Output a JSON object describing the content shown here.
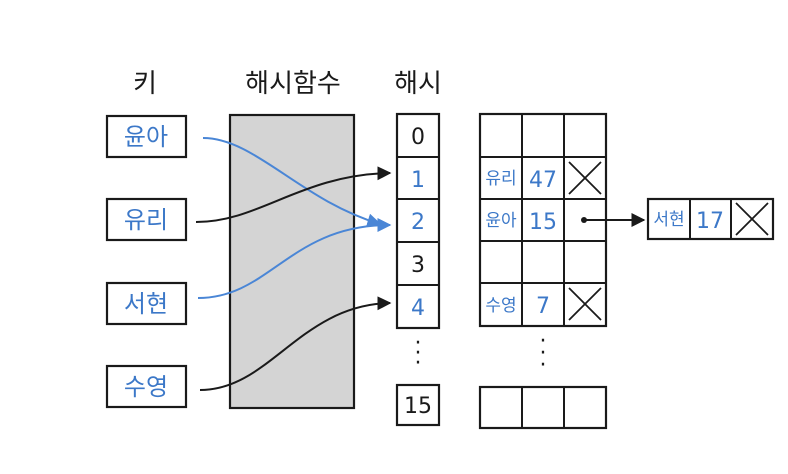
{
  "headers": {
    "keys": "키",
    "hash_function": "해시함수",
    "hashes": "해시"
  },
  "keys": [
    "윤아",
    "유리",
    "서현",
    "수영"
  ],
  "hash_values": [
    "0",
    "1",
    "2",
    "3",
    "4",
    "15"
  ],
  "table_rows": [
    {
      "name": "",
      "value": ""
    },
    {
      "name": "유리",
      "value": "47"
    },
    {
      "name": "윤아",
      "value": "15"
    },
    {
      "name": "",
      "value": ""
    },
    {
      "name": "수영",
      "value": "7"
    }
  ],
  "overflow_node": {
    "name": "서현",
    "value": "17"
  },
  "mappings": [
    {
      "key": "윤아",
      "hash": "2"
    },
    {
      "key": "유리",
      "hash": "1"
    },
    {
      "key": "서현",
      "hash": "2"
    },
    {
      "key": "수영",
      "hash": "4"
    }
  ],
  "colors": {
    "key_text": "#3c78c8",
    "lines_black": "#1a1a1a",
    "lines_blue": "#4a86d6",
    "hash_fn_fill": "#d4d4d4"
  }
}
